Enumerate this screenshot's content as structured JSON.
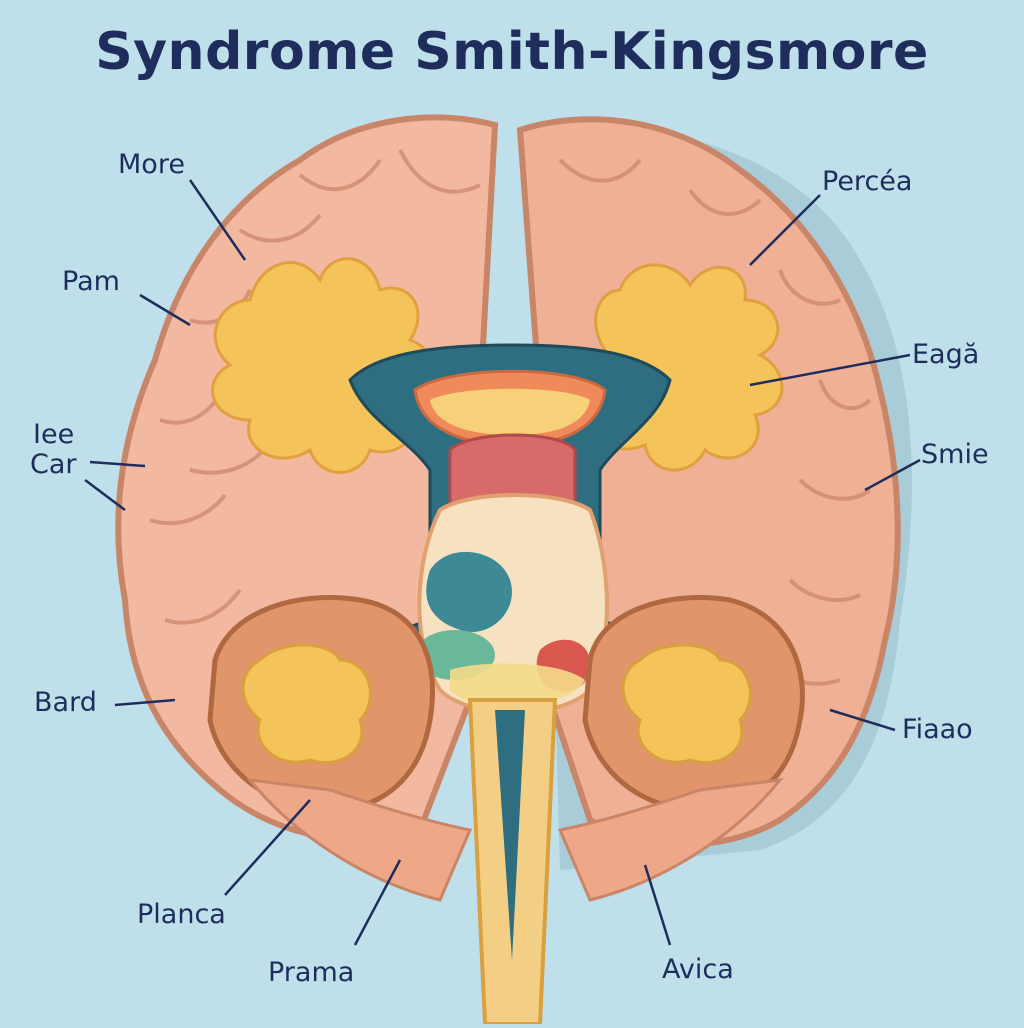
{
  "title": "Syndrome Smith-Kingsmore",
  "labels": {
    "more": "More",
    "percea": "Percéa",
    "pam": "Pam",
    "eaga": "Eagă",
    "iee": "Iee",
    "car": "Car",
    "smie": "Smie",
    "bard": "Bard",
    "fiaao": "Fiaao",
    "planca": "Planca",
    "prama": "Prama",
    "avica": "Avica"
  },
  "colors": {
    "background": "#bfe0ea",
    "cortex": "#f2b9a0",
    "cortex_outline": "#c98568",
    "white_matter": "#f4c35a",
    "ventricle": "#2e6e80",
    "cerebellum": "#e0956a",
    "brainstem": "#f3cf86",
    "title": "#1e2d5c"
  }
}
